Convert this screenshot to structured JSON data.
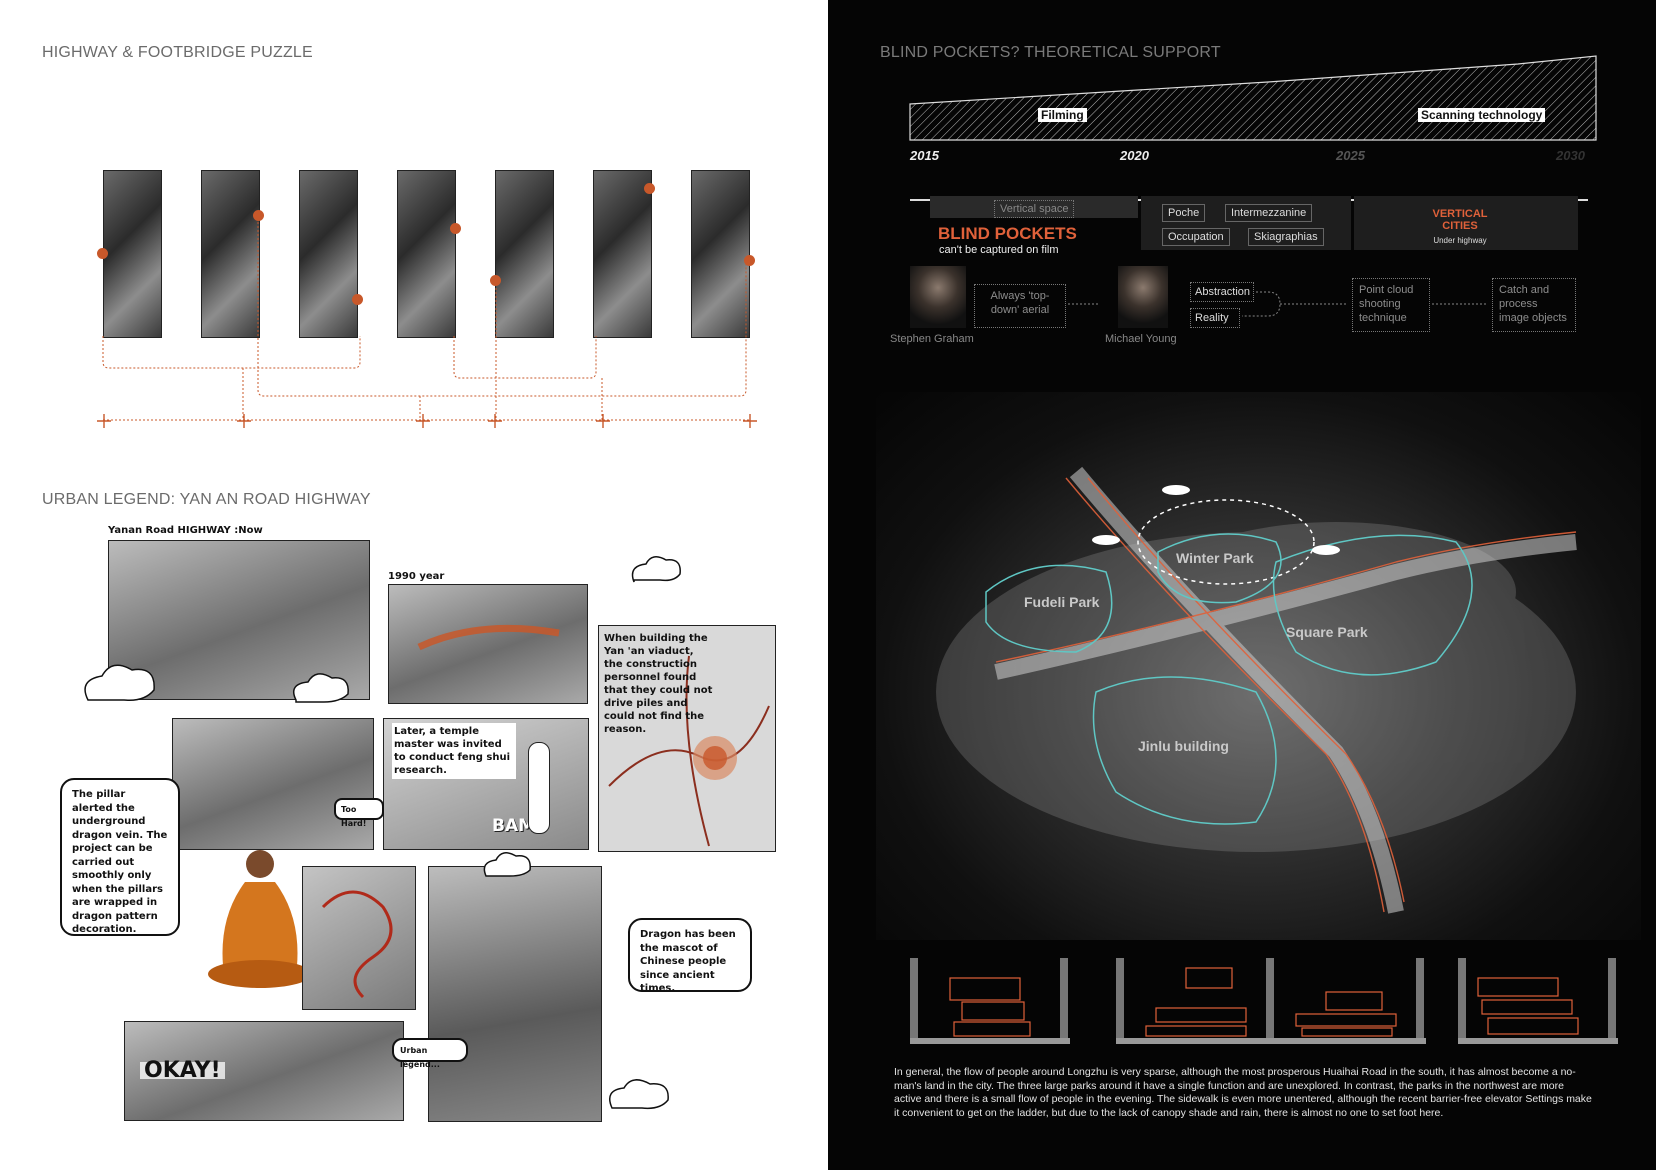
{
  "left": {
    "puzzle_title": "HIGHWAY & FOOTBRIDGE PUZZLE",
    "legend_title": "URBAN LEGEND: YAN AN ROAD HIGHWAY",
    "comic": {
      "heading": "Yanan Road HIGHWAY :Now",
      "year_label": "1990 year",
      "caption_building": "When building the Yan 'an viaduct, the construction personnel found that they could not drive piles and could not find the reason.",
      "caption_temple": "Later, a temple master was invited to conduct feng shui research.",
      "caption_too_hard": "Too Hard!",
      "caption_pillar": "The pillar alerted the underground dragon vein. The project can be carried out smoothly only when the pillars are wrapped in dragon pattern decoration.",
      "caption_dragon": "Dragon has been the mascot of Chinese people since ancient times.",
      "caption_urban": "Urban legend...",
      "sfx_bam": "BAM",
      "sfx_okay": "OKAY!"
    },
    "accent_color": "#c8582a"
  },
  "right": {
    "title": "BLIND POCKETS? THEORETICAL SUPPORT",
    "timeline": {
      "band_left": "Filming",
      "band_right": "Scanning technology",
      "years": [
        "2015",
        "2020",
        "2025",
        "2030"
      ],
      "vertical_space": "Vertical space",
      "blind_pockets": "BLIND POCKETS",
      "blind_sub": "can't be captured on film",
      "terms": [
        "Poche",
        "Intermezzanine",
        "Occupation",
        "Skiagraphias"
      ],
      "vertical_cities": "VERTICAL CITIES",
      "under_highway": "Under highway"
    },
    "theory": {
      "person1": "Stephen Graham",
      "person2": "Michael Young",
      "always": "Always 'top-down' aerial",
      "abstraction": "Abstraction",
      "reality": "Reality",
      "point_cloud": "Point cloud shooting technique",
      "catch": "Catch and process image objects"
    },
    "map": {
      "parks": [
        "Winter Park",
        "Fudeli Park",
        "Square Park",
        "Jinlu building"
      ]
    },
    "description": "In general, the flow of people around Longzhu is very sparse, although the most prosperous Huaihai Road in the south, it has almost become a no-man's land in the city. The three large parks around it have a single function and are unexplored. In contrast, the parks in the northwest are more active and there is a small flow of people in the evening. The sidewalk is even more unentered, although the recent barrier-free elevator Settings make it convenient to get on the ladder, but due to the lack of canopy shade and rain, there is almost no one to set foot here.",
    "accent_color": "#e0613a",
    "park_outline_color": "#5fc7c4"
  }
}
